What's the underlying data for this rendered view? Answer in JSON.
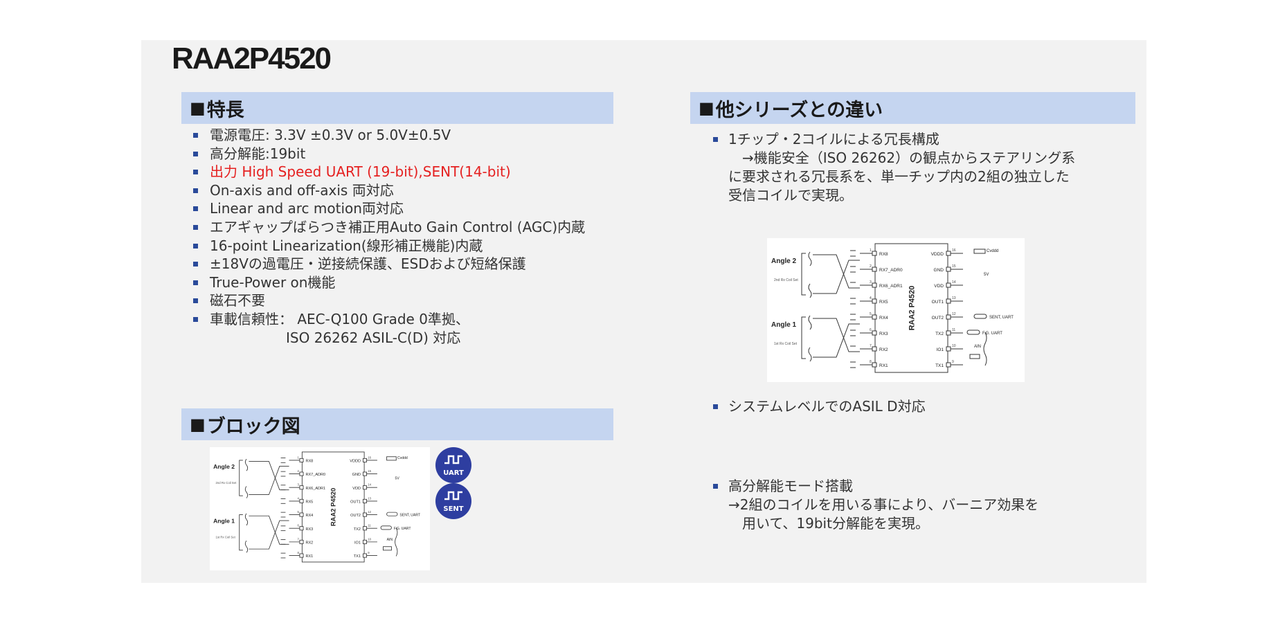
{
  "title": "RAA2P4520",
  "features": {
    "heading": "特長",
    "items": [
      {
        "text": "電源電圧: 3.3V ±0.3V or 5.0V±0.5V"
      },
      {
        "text": "高分解能:19bit"
      },
      {
        "text": "出力 High Speed UART (19-bit),SENT(14-bit)",
        "highlight": true
      },
      {
        "text": "On-axis and off-axis 両対応"
      },
      {
        "text": "Linear and arc motion両対応"
      },
      {
        "text": "エアギャップばらつき補正用Auto Gain Control (AGC)内蔵"
      },
      {
        "text": "16-point Linearization(線形補正機能)内蔵"
      },
      {
        "text": "±18Vの過電圧・逆接続保護、ESDおよび短絡保護"
      },
      {
        "text": "True-Power on機能"
      },
      {
        "text": "磁石不要"
      },
      {
        "text": "車載信頼性： AEC-Q100 Grade 0準拠、",
        "cont": "ISO 26262 ASIL-C(D) 対応"
      }
    ]
  },
  "block": {
    "heading": "ブロック図",
    "badges": [
      "UART",
      "SENT"
    ]
  },
  "differences": {
    "heading": "他シリーズとの違い",
    "items": [
      {
        "lines": [
          "1チップ・2コイルによる冗長構成",
          "　→機能安全（ISO 26262）の観点からステアリング系",
          "に要求される冗長系を、単一チップ内の2組の独立した",
          "受信コイルで実現。"
        ]
      },
      {
        "lines": [
          "システムレベルでのASIL D対応"
        ]
      },
      {
        "lines": [
          "高分解能モード搭載",
          "→2組のコイルを用いる事により、バーニア効果を",
          "　用いて、19bit分解能を実現。"
        ]
      }
    ]
  },
  "circuit": {
    "chip_label": "RAA2 P4520",
    "angle2": "Angle 2",
    "angle1": "Angle 1",
    "coil_set_2": "2nd Rx Coil Set",
    "coil_set_1": "1st Rx Coil Set",
    "left_pins": [
      "RX8",
      "RX7_ADR0",
      "RX6_ADR1",
      "RX5",
      "RX4",
      "RX3",
      "RX2",
      "RX1"
    ],
    "right_pins": [
      "VDDD",
      "GND",
      "VDD",
      "OUT1",
      "OUT2",
      "TX2",
      "IO1",
      "TX1"
    ],
    "right_labels": [
      "Cvddd",
      "5V",
      "SENT, UART",
      "F.G. UART",
      "AIN"
    ]
  },
  "colors": {
    "accent": "#2a4a9a",
    "heading_bg": "#c5d5f0",
    "highlight": "#e52020",
    "badge": "#2e3ea0"
  }
}
